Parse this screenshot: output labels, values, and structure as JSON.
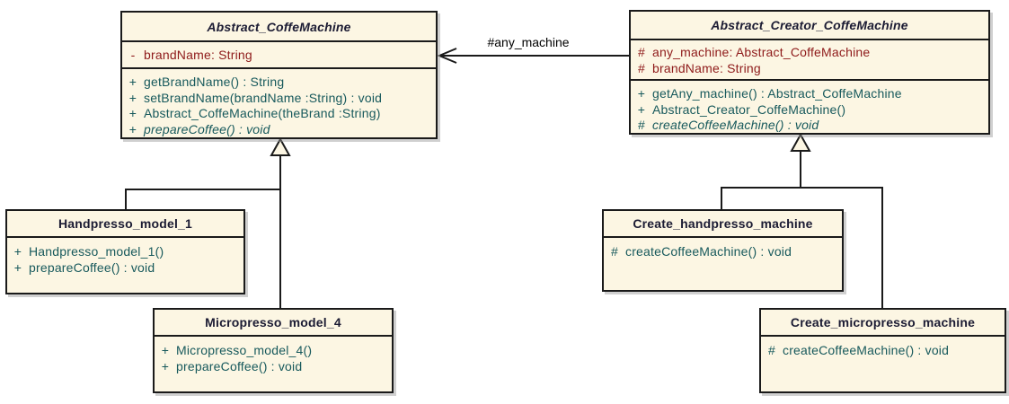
{
  "diagram": {
    "association": {
      "label": "#any_machine"
    },
    "colors": {
      "box_fill": "#FCF6E3",
      "box_border": "#1a1a1a",
      "title_color": "#1B1B33",
      "attribute_color": "#8E1A1A",
      "method_color": "#17595C",
      "line_color": "#1a1a1a"
    },
    "classes": [
      {
        "name": "Abstract_CoffeMachine",
        "abstract": true,
        "attributes": [
          {
            "vis": "-",
            "text": "brandName: String"
          }
        ],
        "methods": [
          {
            "vis": "+",
            "text": "getBrandName() : String"
          },
          {
            "vis": "+",
            "text": "setBrandName(brandName :String) : void"
          },
          {
            "vis": "+",
            "text": "Abstract_CoffeMachine(theBrand :String)"
          },
          {
            "vis": "+",
            "text": "prepareCoffee() : void",
            "abstract": true
          }
        ]
      },
      {
        "name": "Abstract_Creator_CoffeMachine",
        "abstract": true,
        "attributes": [
          {
            "vis": "#",
            "text": "any_machine: Abstract_CoffeMachine"
          },
          {
            "vis": "#",
            "text": "brandName: String"
          }
        ],
        "methods": [
          {
            "vis": "+",
            "text": "getAny_machine() : Abstract_CoffeMachine"
          },
          {
            "vis": "+",
            "text": "Abstract_Creator_CoffeMachine()"
          },
          {
            "vis": "#",
            "text": "createCoffeeMachine() : void",
            "abstract": true
          }
        ]
      },
      {
        "name": "Handpresso_model_1",
        "abstract": false,
        "attributes": [],
        "methods": [
          {
            "vis": "+",
            "text": "Handpresso_model_1()"
          },
          {
            "vis": "+",
            "text": "prepareCoffee() : void"
          }
        ]
      },
      {
        "name": "Micropresso_model_4",
        "abstract": false,
        "attributes": [],
        "methods": [
          {
            "vis": "+",
            "text": "Micropresso_model_4()"
          },
          {
            "vis": "+",
            "text": "prepareCoffee() : void"
          }
        ]
      },
      {
        "name": "Create_handpresso_machine",
        "abstract": false,
        "attributes": [],
        "methods": [
          {
            "vis": "#",
            "text": "createCoffeeMachine() : void"
          }
        ]
      },
      {
        "name": "Create_micropresso_machine",
        "abstract": false,
        "attributes": [],
        "methods": [
          {
            "vis": "#",
            "text": "createCoffeeMachine() : void"
          }
        ]
      }
    ]
  }
}
